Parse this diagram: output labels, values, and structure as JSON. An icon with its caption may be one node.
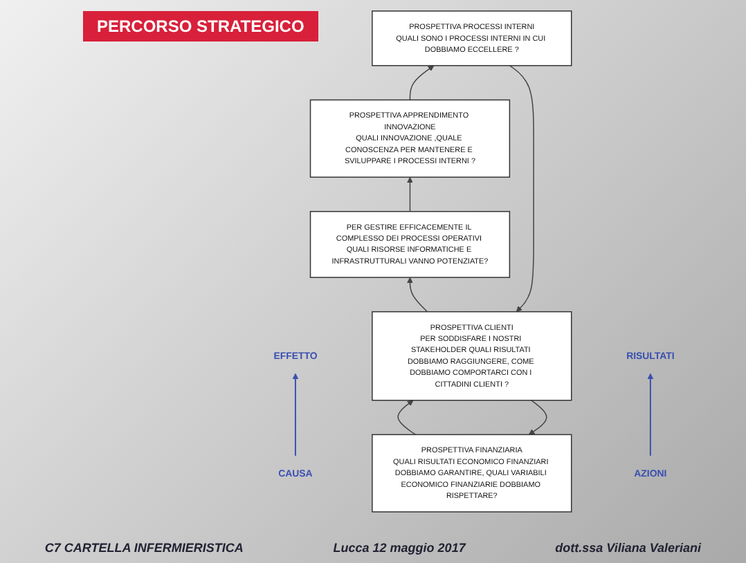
{
  "diagram": {
    "title": "PERCORSO STRATEGICO",
    "nodes": [
      {
        "text": [
          "PROSPETTIVA FINANZIARIA",
          "QUALI RISULTATI ECONOMICO FINANZIARI DOBBIAMO GARANTIRE, QUALI VARIABILI ECONOMICO FINANZIARIE DOBBIAMO RISPETTARE?"
        ]
      },
      {
        "text": [
          "EFFETTO"
        ]
      },
      {
        "text": [
          "PROSPETTIVA CLIENTI",
          "PER SODDISFARE I NOSTRI STAKEHOLDER QUALI RISULTATI DOBBIAMO RAGGIUNGERE, COME DOBBIAMO COMPORTARCI CON I CITTADINI CLIENTI ?"
        ]
      },
      {
        "text": [
          "CAUSA"
        ]
      },
      {
        "text": [
          "PROSPETTIVA PROCESSI INTERNI",
          "QUALI SONO I PROCESSI INTERNI IN CUI DOBBIAMO ECCELLERE ?"
        ]
      },
      {
        "text": [
          "RISULTATI"
        ]
      },
      {
        "text": [
          "PER GESTIRE EFFICACEMENTE IL COMPLESSO DEI PROCESSI OPERATIVI QUALI RISORSE INFORMATICHE E INFRASTRUTTURALI VANNO POTENZIATE?"
        ]
      },
      {
        "text": [
          "PROSPETTIVA APPRENDIMENTO INNOVAZIONE",
          "QUALI INNOVAZIONE ,QUALE CONOSCENZA PER MANTENERE E SVILUPPARE I PROCESSI INTERNI ?"
        ]
      },
      {
        "text": [
          "AZIONI"
        ]
      }
    ],
    "edges": [
      {
        "from": 3,
        "to": 1,
        "arrow": "to",
        "color": "#3a4fb0"
      },
      {
        "from": 7,
        "to": 4,
        "arrow": "to"
      },
      {
        "from": 4,
        "to": 2,
        "arrow": "to"
      },
      {
        "from": 2,
        "to": 0,
        "arrow": "to"
      },
      {
        "from": 0,
        "to": 2,
        "arrow": "to"
      },
      {
        "from": 2,
        "to": 6,
        "arrow": "to"
      },
      {
        "from": 6,
        "to": 7,
        "arrow": "to"
      },
      {
        "from": 8,
        "to": 5,
        "arrow": "to",
        "color": "#3a4fb0"
      }
    ],
    "labels": [
      "C7 CARTELLA INFERMIERISTICA",
      "Lucca 12 maggio 2017",
      "dott.ssa Viliana Valeriani"
    ]
  }
}
